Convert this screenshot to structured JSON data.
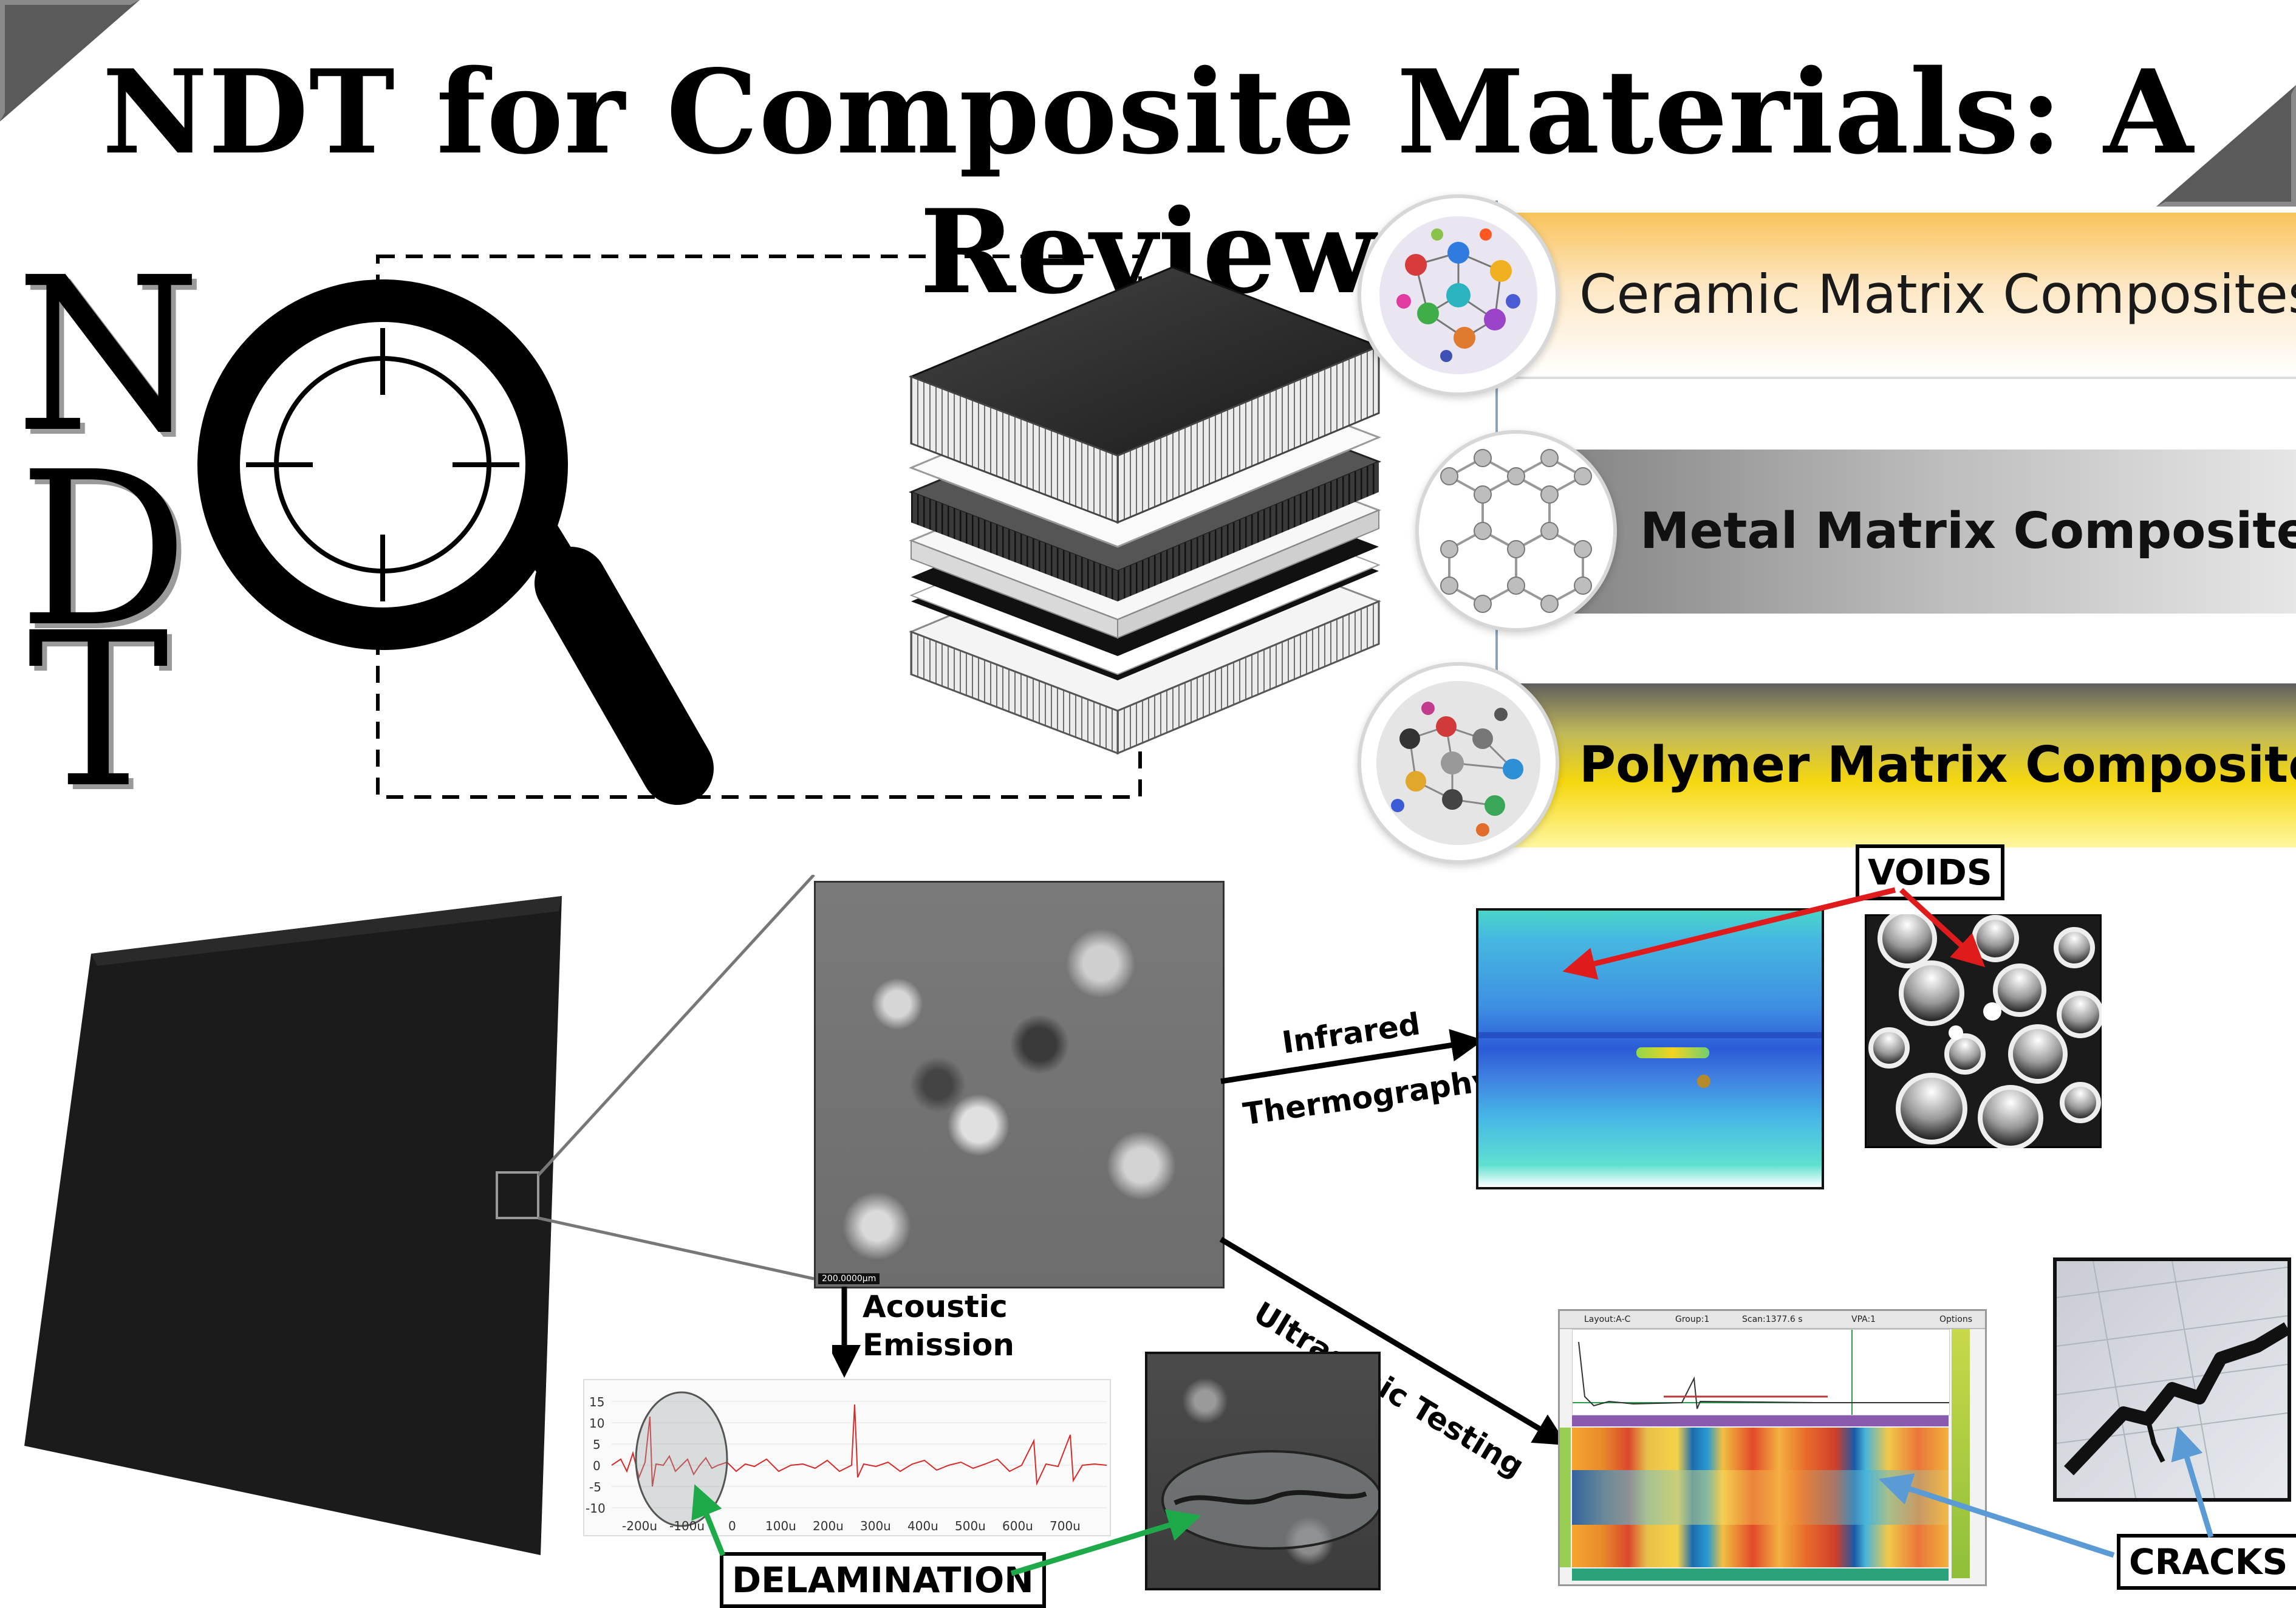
{
  "title": "NDT for Composite Materials: A Review",
  "logo": {
    "letters": [
      "N",
      "D",
      "T"
    ]
  },
  "composites": [
    {
      "label": "Ceramic Matrix Composites",
      "bold": false
    },
    {
      "label": "Metal Matrix Composites",
      "bold": true
    },
    {
      "label": "Polymer Matrix Composites",
      "bold": true
    }
  ],
  "methods": {
    "infrared_line1": "Infrared",
    "infrared_line2": "Thermography",
    "acoustic_line1": "Acoustic",
    "acoustic_line2": "Emission",
    "ultrasonic": "Ultrasonic Testing"
  },
  "defects": {
    "voids": "VOIDS",
    "delamination": "DELAMINATION",
    "cracks": "CRACKS"
  },
  "micrograph": {
    "scale_bar": "200.0000µm"
  },
  "ae_chart": {
    "y_ticks": [
      "15",
      "10",
      "5",
      "0",
      "-5",
      "-10"
    ],
    "x_ticks": [
      "-200u",
      "-100u",
      "0",
      "100u",
      "200u",
      "300u",
      "400u",
      "500u",
      "600u",
      "700u"
    ]
  },
  "ut_screen": {
    "header": [
      "Layout:A-C",
      "Group:1",
      "Scan:1377.6 s",
      "VPA:1",
      "Options"
    ]
  },
  "colors": {
    "ceramic_bar": "#f9c96b",
    "metal_bar": "#8d8d8d",
    "polymer_bar": "#f2d316",
    "arrow_red": "#e01b1b",
    "arrow_green": "#1faa4a",
    "arrow_blue": "#5b9bd5"
  }
}
